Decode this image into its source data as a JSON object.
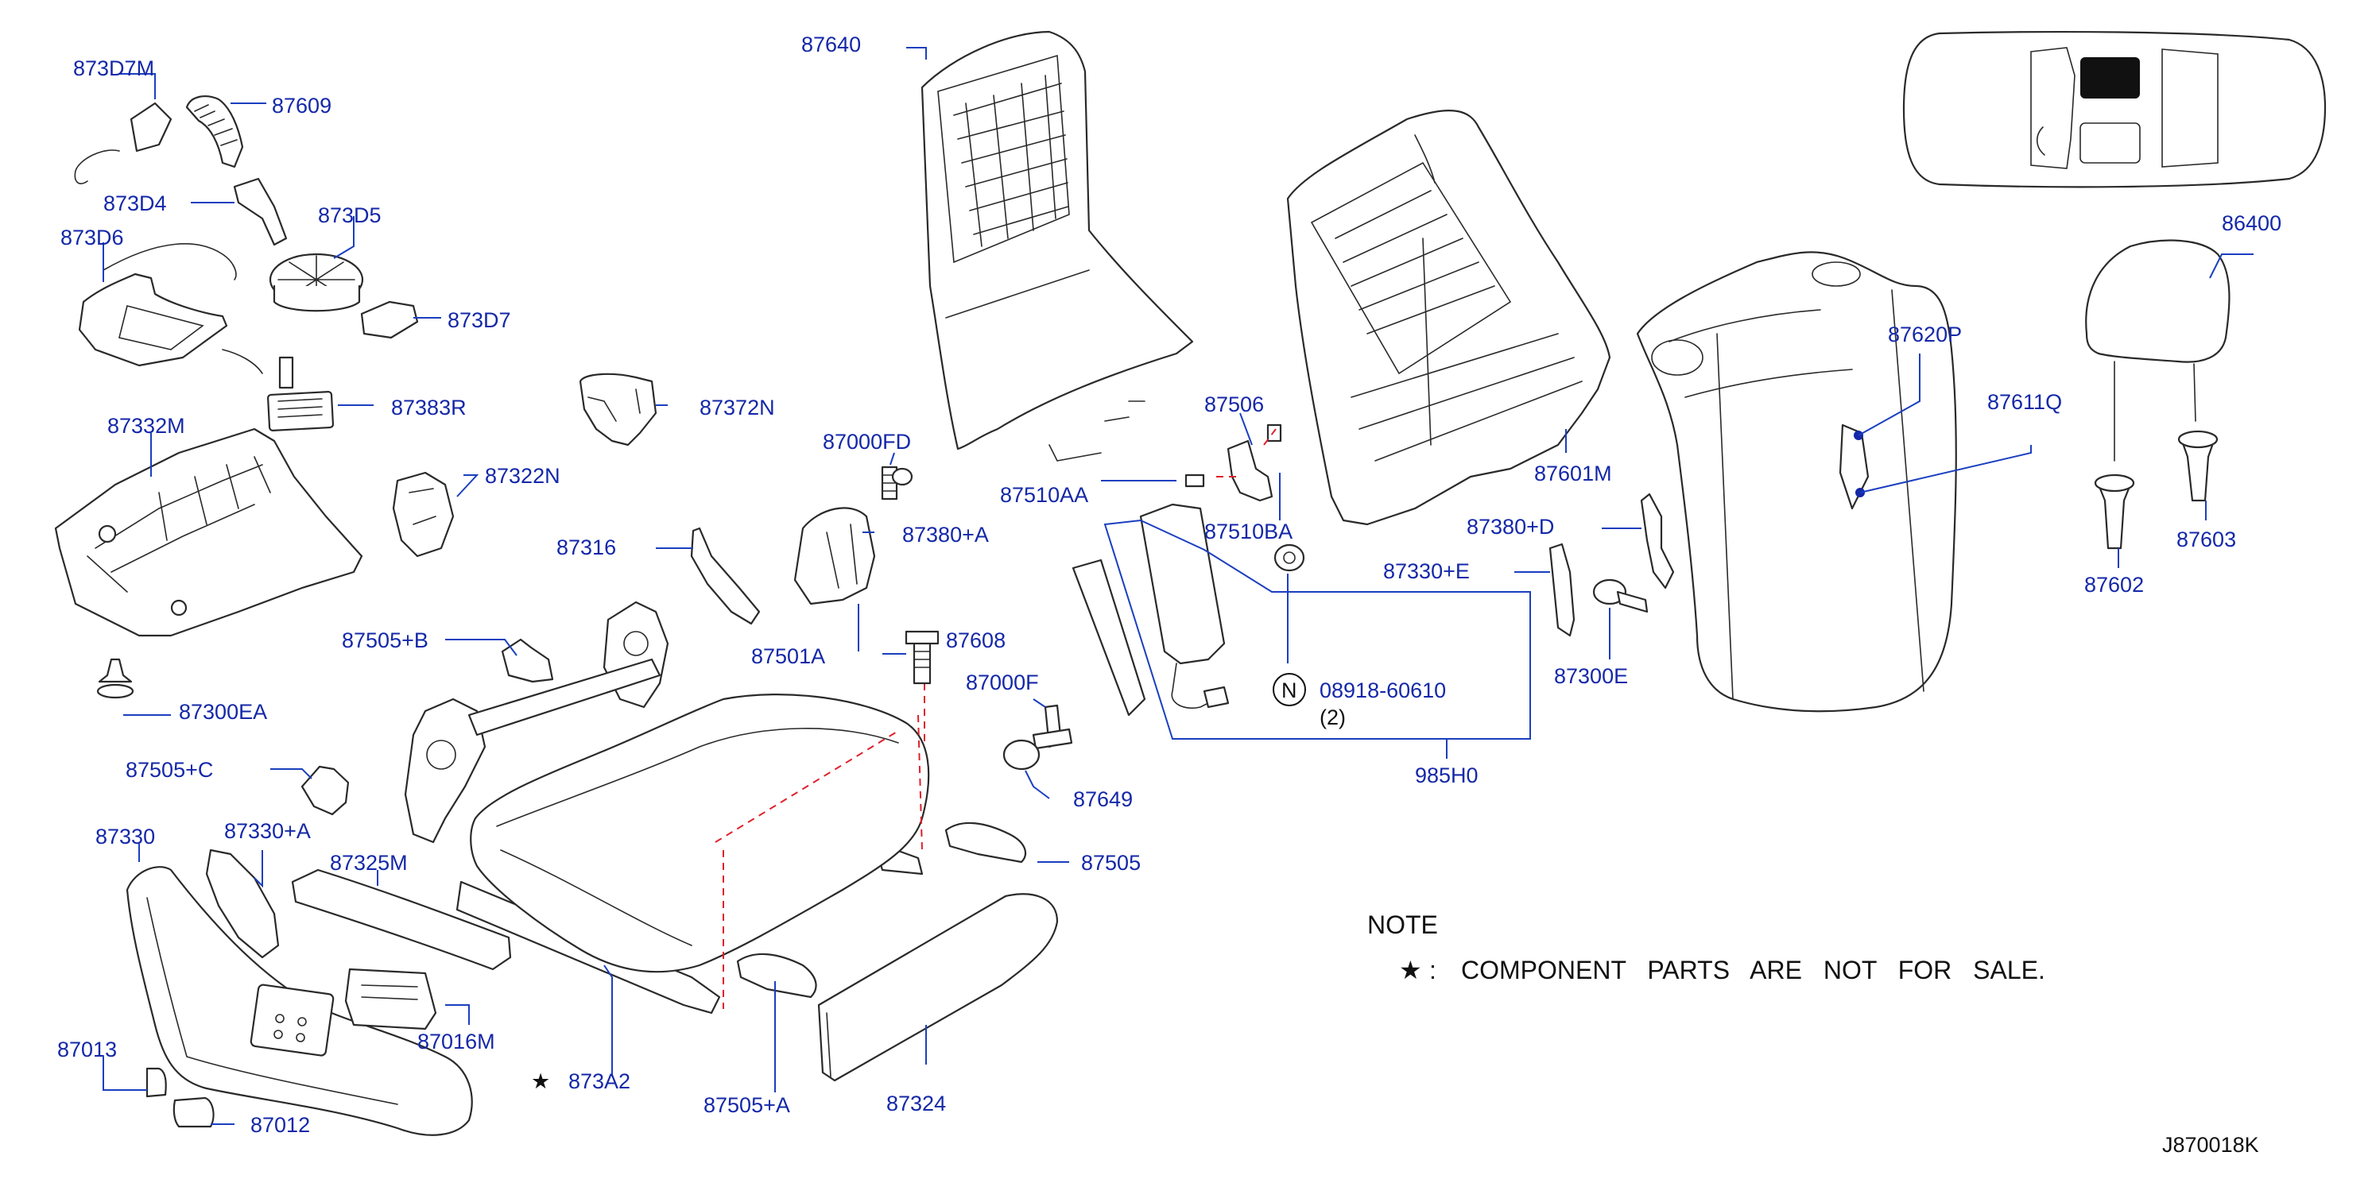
{
  "diagram_code": "J870018K",
  "note": {
    "title": "NOTE",
    "star": "★",
    "colon": ":",
    "text": "COMPONENT PARTS ARE NOT FOR SALE."
  },
  "callouts": {
    "873D7M": "873D7M",
    "87609": "87609",
    "873D4": "873D4",
    "873D5": "873D5",
    "873D6": "873D6",
    "873D7": "873D7",
    "87383R": "87383R",
    "87332M": "87332M",
    "87300EA": "87300EA",
    "87372N": "87372N",
    "87322N": "87322N",
    "87316": "87316",
    "87505B": "87505+B",
    "87505C": "87505+C",
    "87330": "87330",
    "87330A": "87330+A",
    "87325M": "87325M",
    "87016M": "87016M",
    "87013": "87013",
    "87012": "87012",
    "873A2": "873A2",
    "87505A": "87505+A",
    "87324": "87324",
    "87505": "87505",
    "87649": "87649",
    "87000F": "87000F",
    "87608": "87608",
    "87501A": "87501A",
    "87380A": "87380+A",
    "87000FD": "87000FD",
    "87510AA": "87510AA",
    "87640": "87640",
    "87506": "87506",
    "87510BA": "87510BA",
    "08918": "08918-60610",
    "qty2": "(2)",
    "N": "N",
    "985H0": "985H0",
    "87601M": "87601M",
    "87380D": "87380+D",
    "87330E": "87330+E",
    "87300E": "87300E",
    "87620P": "87620P",
    "87611Q": "87611Q",
    "86400": "86400",
    "87602": "87602",
    "87603": "87603",
    "star_873A2": "★"
  }
}
